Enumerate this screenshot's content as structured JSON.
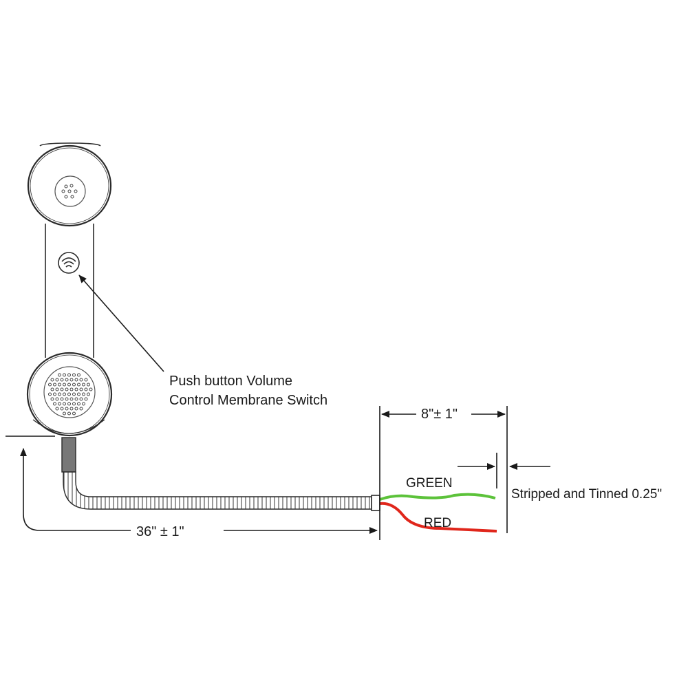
{
  "callout": {
    "line1": "Push button Volume",
    "line2": "Control Membrane Switch"
  },
  "dimensions": {
    "cord_length": "36\" ± 1\"",
    "lead_length": "8\"± 1\"",
    "strip_note": "Stripped and Tinned 0.25\""
  },
  "wires": [
    {
      "label": "GREEN",
      "color": "#5cc23a"
    },
    {
      "label": "RED",
      "color": "#e0261b"
    }
  ],
  "colors": {
    "line": "#2a2a2a",
    "handset_fill": "#ffffff"
  }
}
